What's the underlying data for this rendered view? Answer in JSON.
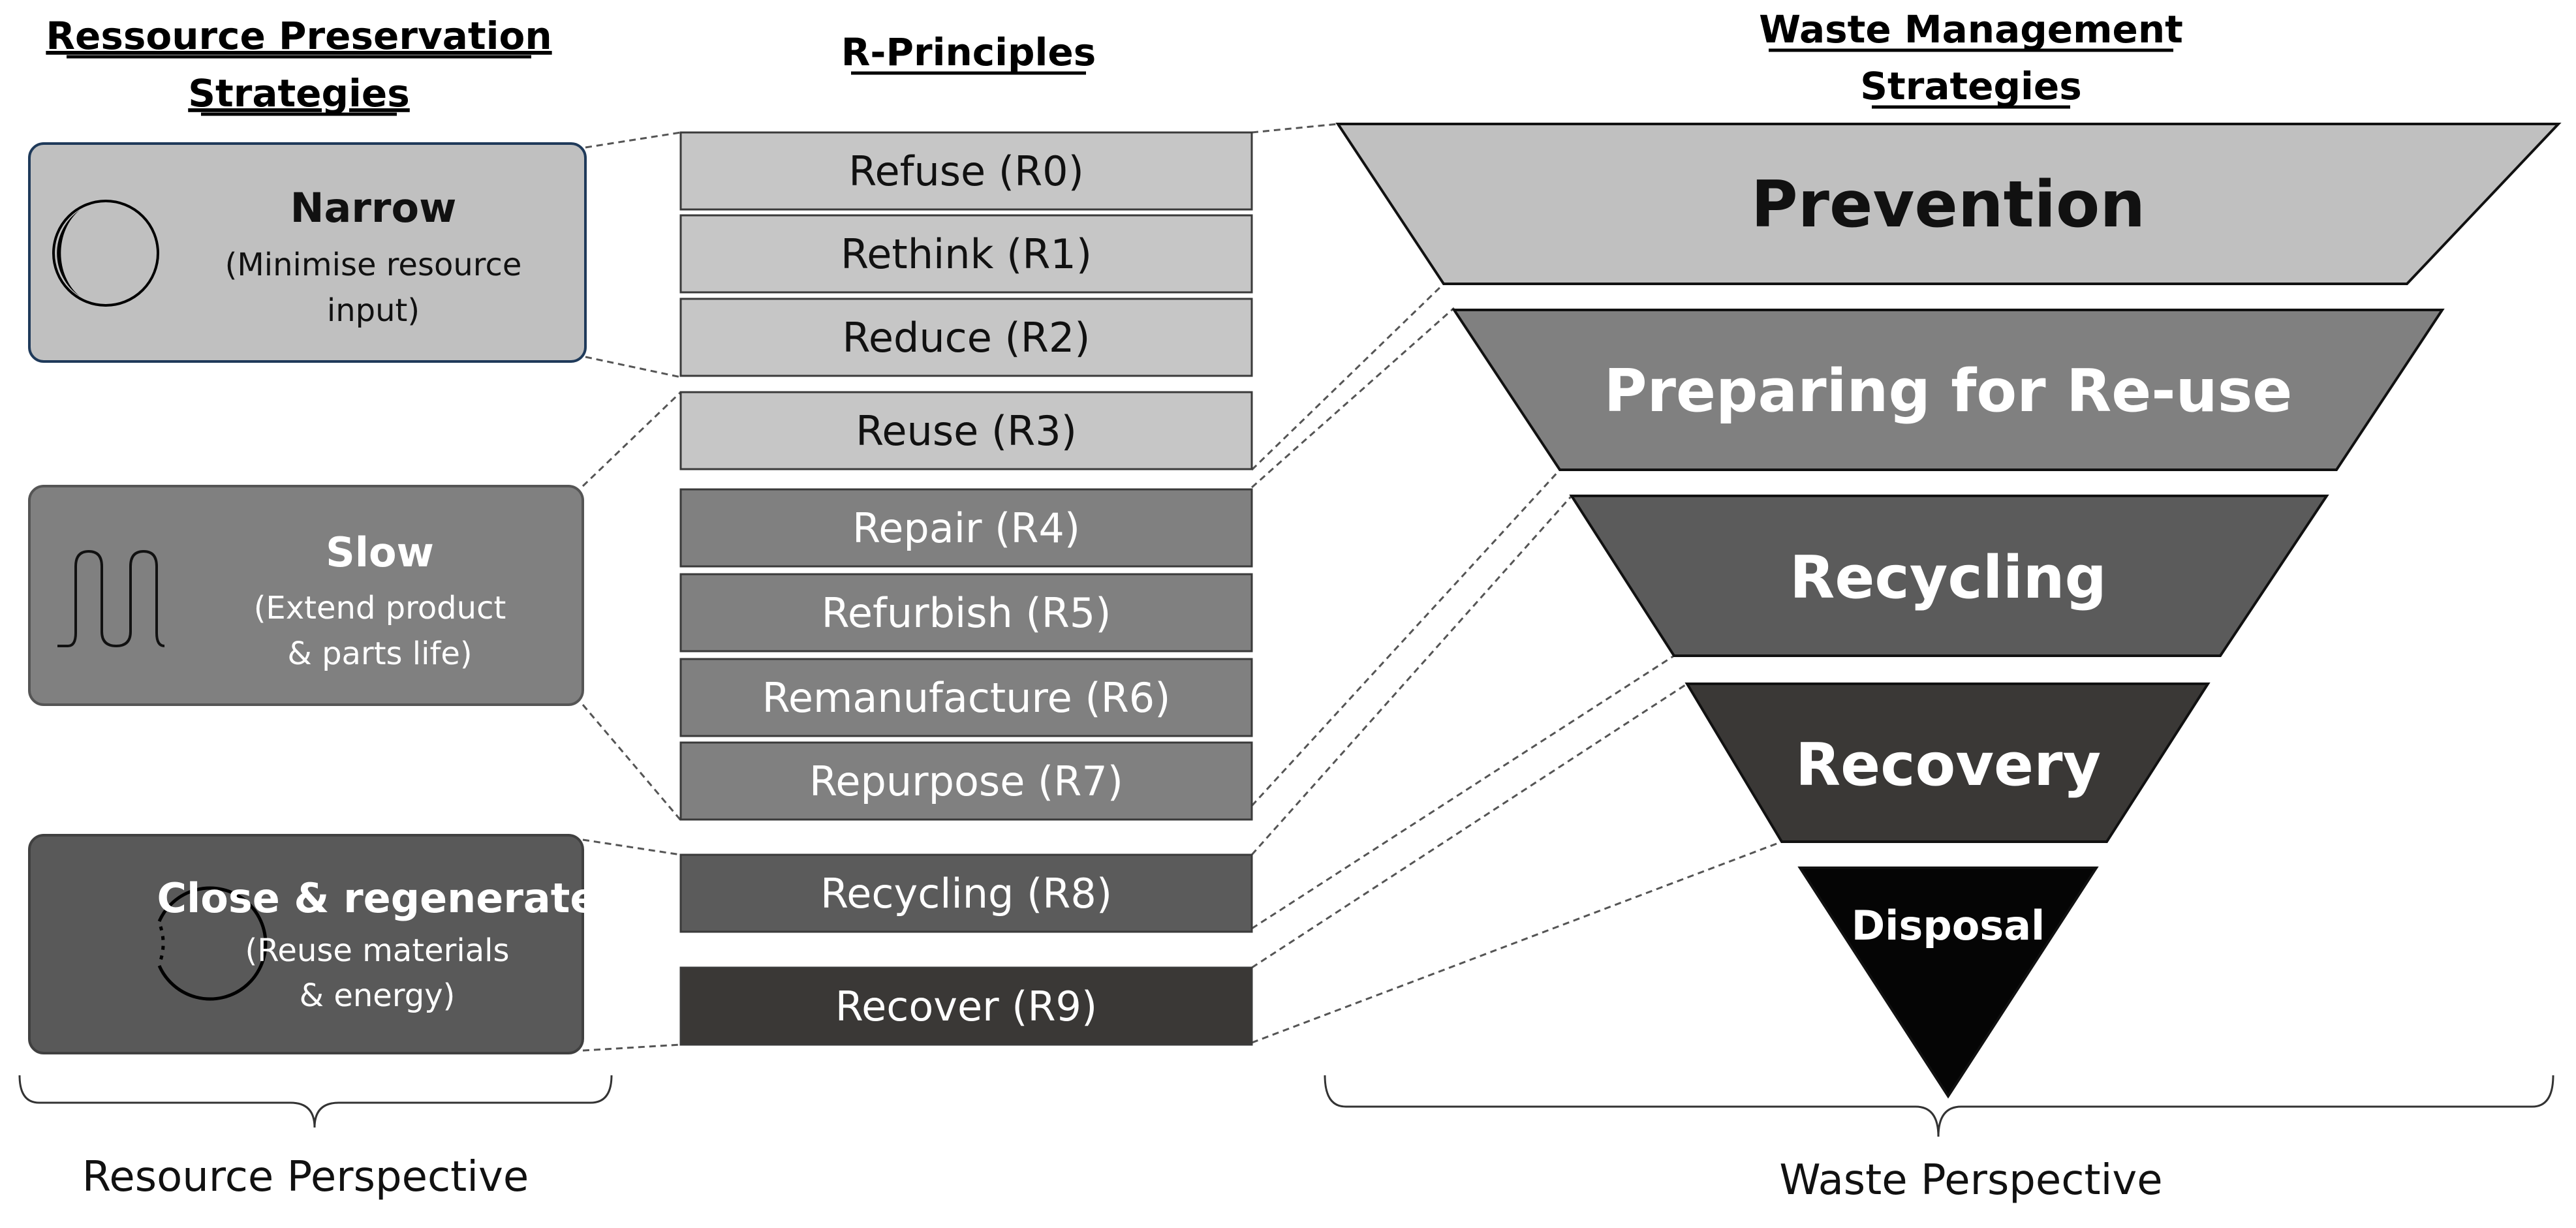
{
  "headings": {
    "resource": [
      "Ressource Preservation",
      "Strategies"
    ],
    "principles": [
      "R-Principles"
    ],
    "waste": [
      "Waste Management",
      "Strategies"
    ]
  },
  "strategies": [
    {
      "title": "Narrow",
      "lines": [
        "(Minimise resource",
        "input)"
      ],
      "icon": "open-circle-icon",
      "fill": "#c0c0c0",
      "stroke": "#1f3a5a",
      "text_color": "#111111"
    },
    {
      "title": "Slow",
      "lines": [
        "(Extend product",
        "& parts life)"
      ],
      "icon": "wave-loop-icon",
      "fill": "#808080",
      "stroke": "#555555",
      "text_color": "#ffffff"
    },
    {
      "title": "Close & regenerate",
      "lines": [
        "(Reuse materials",
        "& energy)"
      ],
      "icon": "dotted-circle-icon",
      "fill": "#595959",
      "stroke": "#404040",
      "text_color": "#ffffff"
    }
  ],
  "principles": [
    {
      "label": "Refuse (R0)",
      "group": 0,
      "fill": "#c6c6c6",
      "text_color": "#111111"
    },
    {
      "label": "Rethink (R1)",
      "group": 0,
      "fill": "#c6c6c6",
      "text_color": "#111111"
    },
    {
      "label": "Reduce (R2)",
      "group": 0,
      "fill": "#c6c6c6",
      "text_color": "#111111"
    },
    {
      "label": "Reuse (R3)",
      "group": 1,
      "fill": "#c6c6c6",
      "text_color": "#111111"
    },
    {
      "label": "Repair (R4)",
      "group": 1,
      "fill": "#808080",
      "text_color": "#ffffff"
    },
    {
      "label": "Refurbish (R5)",
      "group": 1,
      "fill": "#808080",
      "text_color": "#ffffff"
    },
    {
      "label": "Remanufacture (R6)",
      "group": 1,
      "fill": "#808080",
      "text_color": "#ffffff"
    },
    {
      "label": "Repurpose (R7)",
      "group": 1,
      "fill": "#808080",
      "text_color": "#ffffff"
    },
    {
      "label": "Recycling (R8)",
      "group": 2,
      "fill": "#5b5b5b",
      "text_color": "#ffffff"
    },
    {
      "label": "Recover (R9)",
      "group": 2,
      "fill": "#3a3836",
      "text_color": "#ffffff"
    }
  ],
  "waste_levels": [
    {
      "label": "Prevention",
      "fill": "#c0c0c0",
      "text_color": "#111111"
    },
    {
      "label": "Preparing for Re-use",
      "fill": "#808080",
      "text_color": "#ffffff"
    },
    {
      "label": "Recycling",
      "fill": "#5b5b5b",
      "text_color": "#ffffff"
    },
    {
      "label": "Recovery",
      "fill": "#3a3836",
      "text_color": "#ffffff"
    },
    {
      "label": "Disposal",
      "fill": "#050505",
      "text_color": "#ffffff"
    }
  ],
  "perspectives": {
    "resource": "Resource Perspective",
    "waste": "Waste Perspective"
  }
}
